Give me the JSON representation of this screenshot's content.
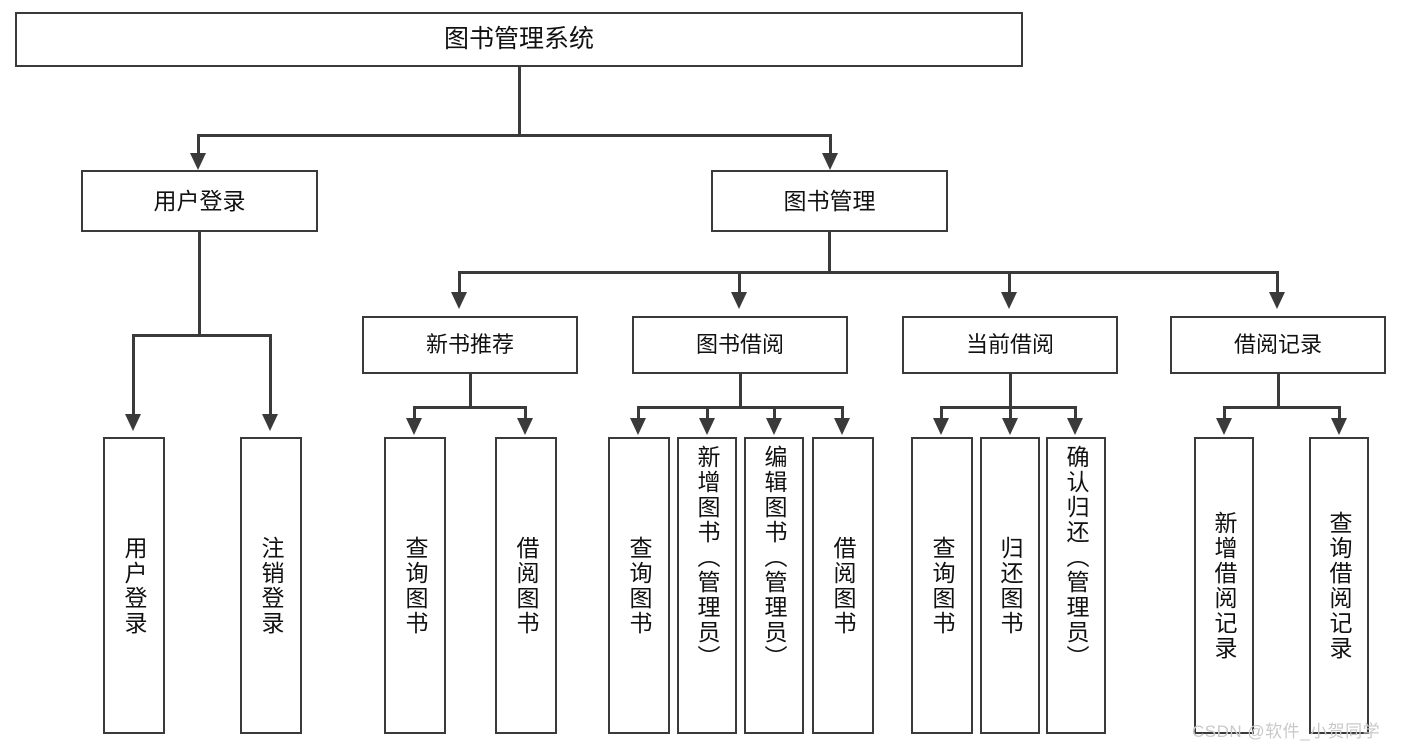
{
  "diagram": {
    "title": "图书管理系统",
    "type": "hierarchy-tree",
    "root": {
      "label": "图书管理系统"
    },
    "level2": [
      {
        "label": "用户登录"
      },
      {
        "label": "图书管理"
      }
    ],
    "level3": [
      {
        "label": "新书推荐"
      },
      {
        "label": "图书借阅"
      },
      {
        "label": "当前借阅"
      },
      {
        "label": "借阅记录"
      }
    ],
    "leaves": {
      "user_login": [
        {
          "label": "用户登录"
        },
        {
          "label": "注销登录"
        }
      ],
      "new_book_recommend": [
        {
          "label": "查询图书"
        },
        {
          "label": "借阅图书"
        }
      ],
      "book_borrow": [
        {
          "label": "查询图书"
        },
        {
          "label": "新增图书（管理员）"
        },
        {
          "label": "编辑图书（管理员）"
        },
        {
          "label": "借阅图书"
        }
      ],
      "current_borrow": [
        {
          "label": "查询图书"
        },
        {
          "label": "归还图书"
        },
        {
          "label": "确认归还（管理员）"
        }
      ],
      "borrow_record": [
        {
          "label": "新增借阅记录"
        },
        {
          "label": "查询借阅记录"
        }
      ]
    }
  },
  "watermark": {
    "text": "CSDN @软件_小贺同学"
  },
  "colors": {
    "stroke": "#3a3a3a",
    "text": "#111111",
    "background": "#ffffff",
    "watermark": "#c9c9c9"
  }
}
